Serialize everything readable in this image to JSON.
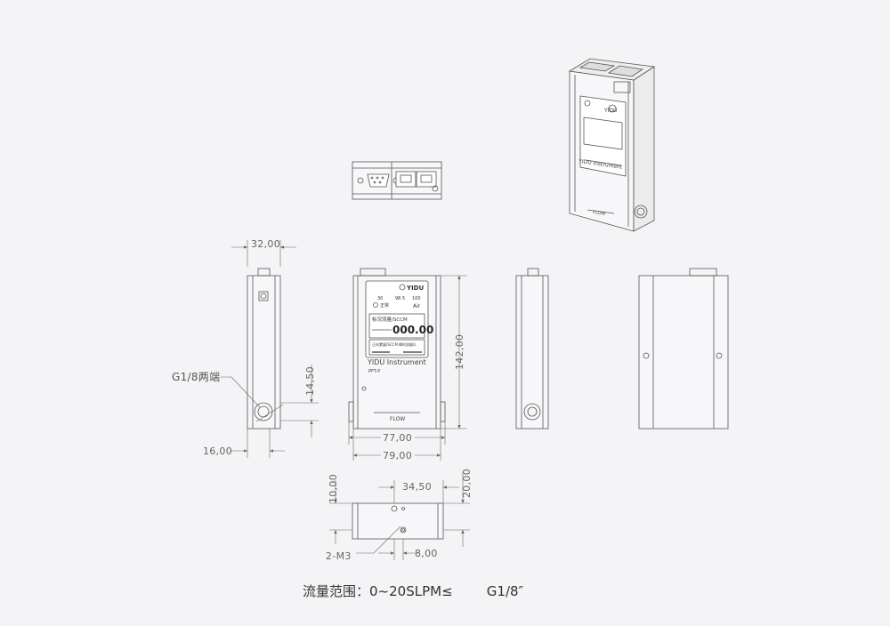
{
  "dims": {
    "width_32": "32,00",
    "height_14_5": "14,50",
    "port_16": "16,00",
    "thread_note": "G1/8两端",
    "width_77": "77,00",
    "width_79": "79,00",
    "height_142": "142,00",
    "top_34_5": "34,50",
    "top_20": "20,00",
    "top_10": "10,00",
    "screw_note": "2-M3",
    "top_8": "8,00"
  },
  "device": {
    "brand": "YIDU",
    "model_text": "YIDU Instrument",
    "model_sub": "PFT-P",
    "flow_label": "FLOW",
    "display_title": "标况流量/SCCM",
    "display_value": "000.00",
    "gas": "Air",
    "status_word": "正常",
    "small_a": "30",
    "small_b": "98.5",
    "small_c": "100",
    "footer_left": "正向累量/SCCM",
    "footer_right": "瞬时流量/L"
  },
  "caption": {
    "range_text": "流量范围：0~20SLPM≤",
    "thread_text": "G1/8″"
  }
}
